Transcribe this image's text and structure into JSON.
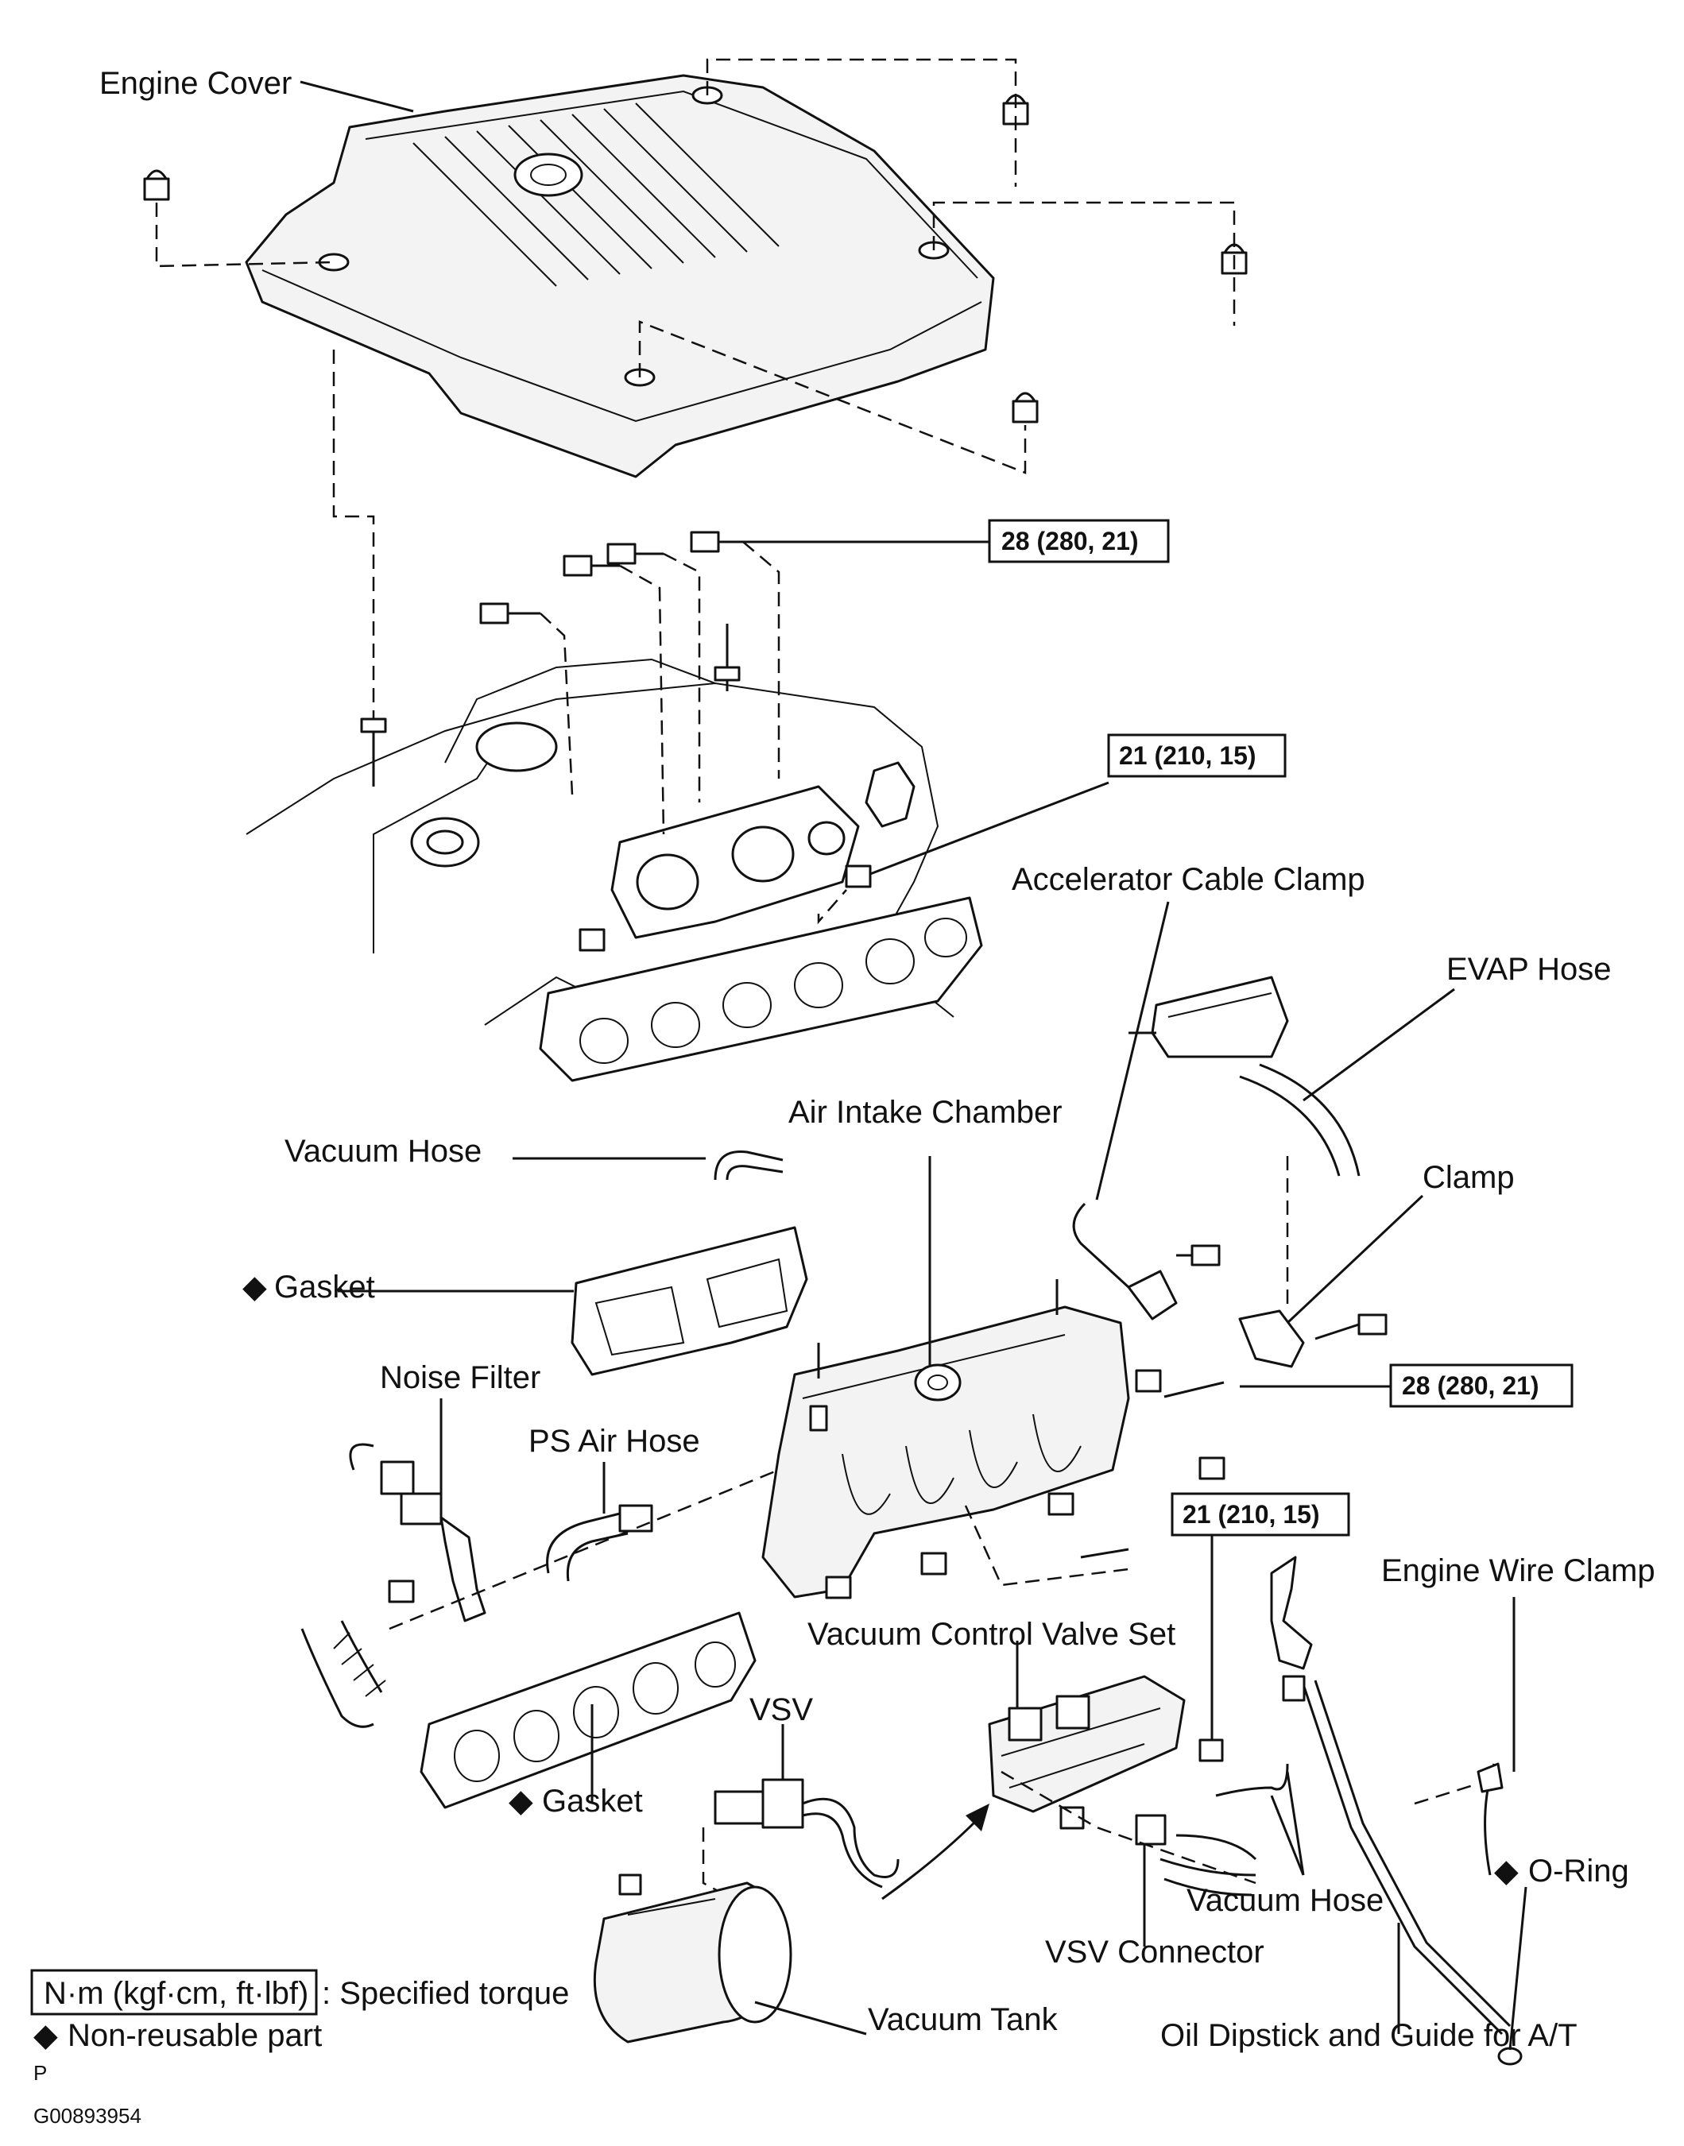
{
  "labels": {
    "engine_cover": "Engine Cover",
    "accelerator_cable_clamp": "Accelerator Cable Clamp",
    "evap_hose": "EVAP Hose",
    "air_intake_chamber": "Air Intake Chamber",
    "vacuum_hose_top": "Vacuum Hose",
    "clamp": "Clamp",
    "gasket_upper": "Gasket",
    "noise_filter": "Noise Filter",
    "ps_air_hose": "PS Air Hose",
    "engine_wire_clamp": "Engine Wire Clamp",
    "vacuum_control_valve_set": "Vacuum Control Valve Set",
    "vsv": "VSV",
    "gasket_lower": "Gasket",
    "o_ring": "O-Ring",
    "vacuum_hose_bottom": "Vacuum Hose",
    "vsv_connector": "VSV Connector",
    "vacuum_tank": "Vacuum Tank",
    "oil_dipstick": "Oil Dipstick and Guide for A/T"
  },
  "torque": {
    "top": "28 (280, 21)",
    "mid": "21 (210, 15)",
    "right": "28 (280, 21)",
    "lower": "21 (210, 15)"
  },
  "legend": {
    "unit_box": "N·m (kgf·cm, ft·lbf)",
    "unit_desc": ": Specified torque",
    "nonreusable": "Non-reusable part",
    "diamond": "◆"
  },
  "footer": {
    "p": "P",
    "code": "G00893954"
  }
}
